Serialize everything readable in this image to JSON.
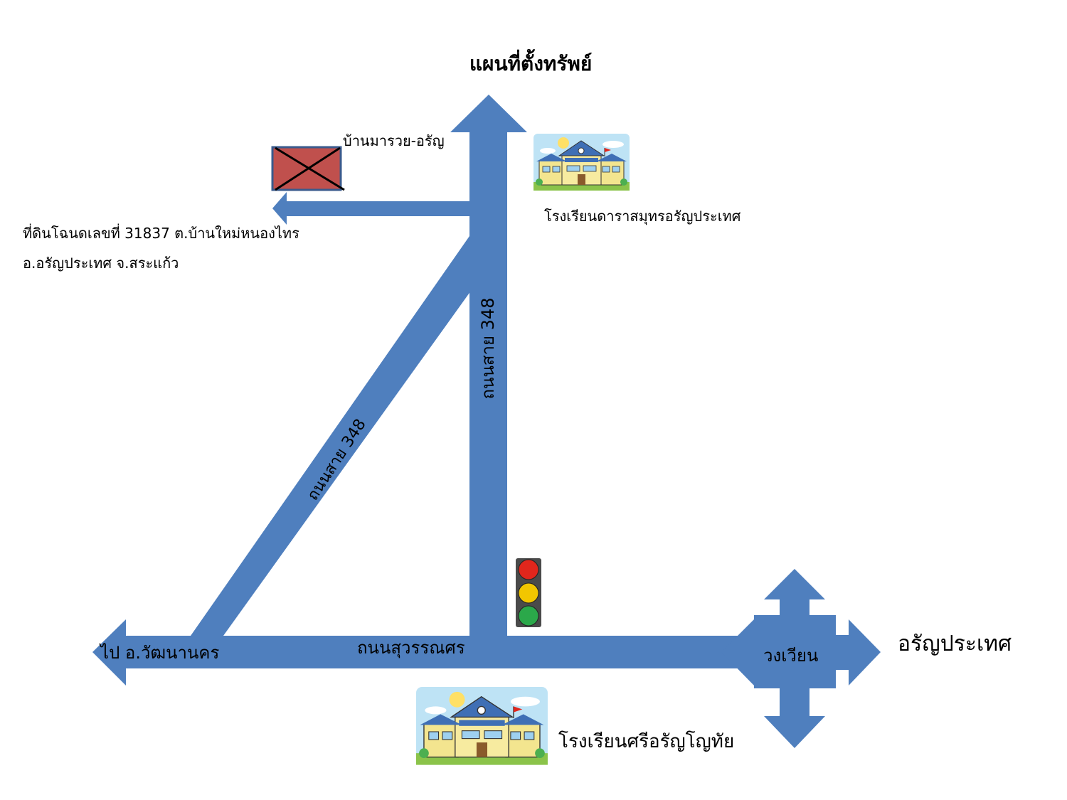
{
  "map": {
    "title": "แผนที่ตั้งทรัพย์",
    "village_label": "บ้านมารวย-อรัญ",
    "parcel_line1": "ที่ดินโฉนดเลขที่ 31837 ต.บ้านใหม่หนองไทร",
    "parcel_line2": "อ.อรัญประเทศ จ.สระแก้ว",
    "school_top": "โรงเรียนดาราสมุทรอรัญประเทศ",
    "school_bottom": "โรงเรียนศรีอรัญโญทัย",
    "destination_east": "อรัญประเทศ",
    "roundabout": "วงเวียน",
    "destination_west": "ไป อ.วัฒนานคร",
    "road_horizontal": "ถนนสุวรรณศร",
    "road_vertical": "ถนนสาย 348",
    "road_diagonal": "ถนนสาย 348"
  },
  "icons": {
    "property_marker": "property-marker-icon",
    "school": "school-icon",
    "traffic_light": "traffic-light-icon"
  },
  "colors": {
    "road": "#4F7FBE",
    "property_marker": "#C0504D",
    "sky": "#BEE3F5",
    "traffic_red": "#E1261C",
    "traffic_yellow": "#F2C600",
    "traffic_green": "#2BA84A"
  }
}
